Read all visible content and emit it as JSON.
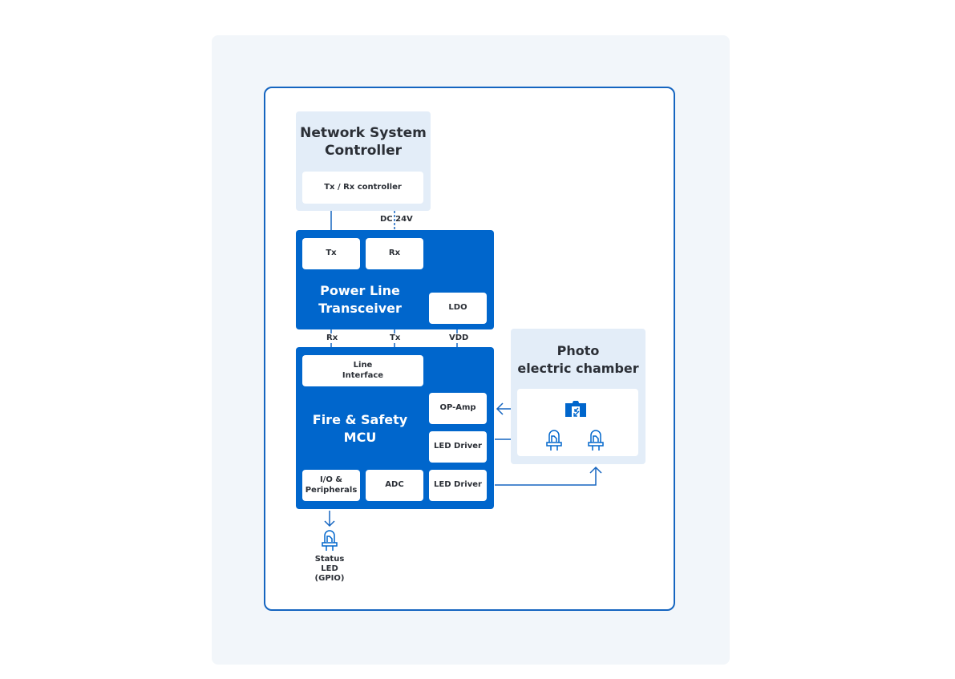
{
  "diagram": {
    "accent_color": "#0066cc",
    "frame_color": "#1565c0",
    "network_controller": {
      "title_line1": "Network System",
      "title_line2": "Controller",
      "sub_block": "Tx / Rx controller"
    },
    "power_line_transceiver": {
      "title_line1": "Power Line",
      "title_line2": "Transceiver",
      "tx": "Tx",
      "rx": "Rx",
      "ldo": "LDO"
    },
    "mcu": {
      "title_line1": "Fire & Safety",
      "title_line2": "MCU",
      "line_interface_line1": "Line",
      "line_interface_line2": "Interface",
      "op_amp": "OP-Amp",
      "led_driver_1": "LED Driver",
      "led_driver_2": "LED Driver",
      "io_line1": "I/O &",
      "io_line2": "Peripherals",
      "adc": "ADC"
    },
    "photo_chamber": {
      "title_line1": "Photo",
      "title_line2": "electric chamber",
      "icons": [
        "photodiode-icon",
        "led-icon",
        "led-icon"
      ]
    },
    "signals": {
      "dc": "DC 24V",
      "rx": "Rx",
      "tx": "Tx",
      "vdd": "VDD"
    },
    "status_led": {
      "line1": "Status",
      "line2": "LED",
      "line3": "(GPIO)"
    }
  }
}
